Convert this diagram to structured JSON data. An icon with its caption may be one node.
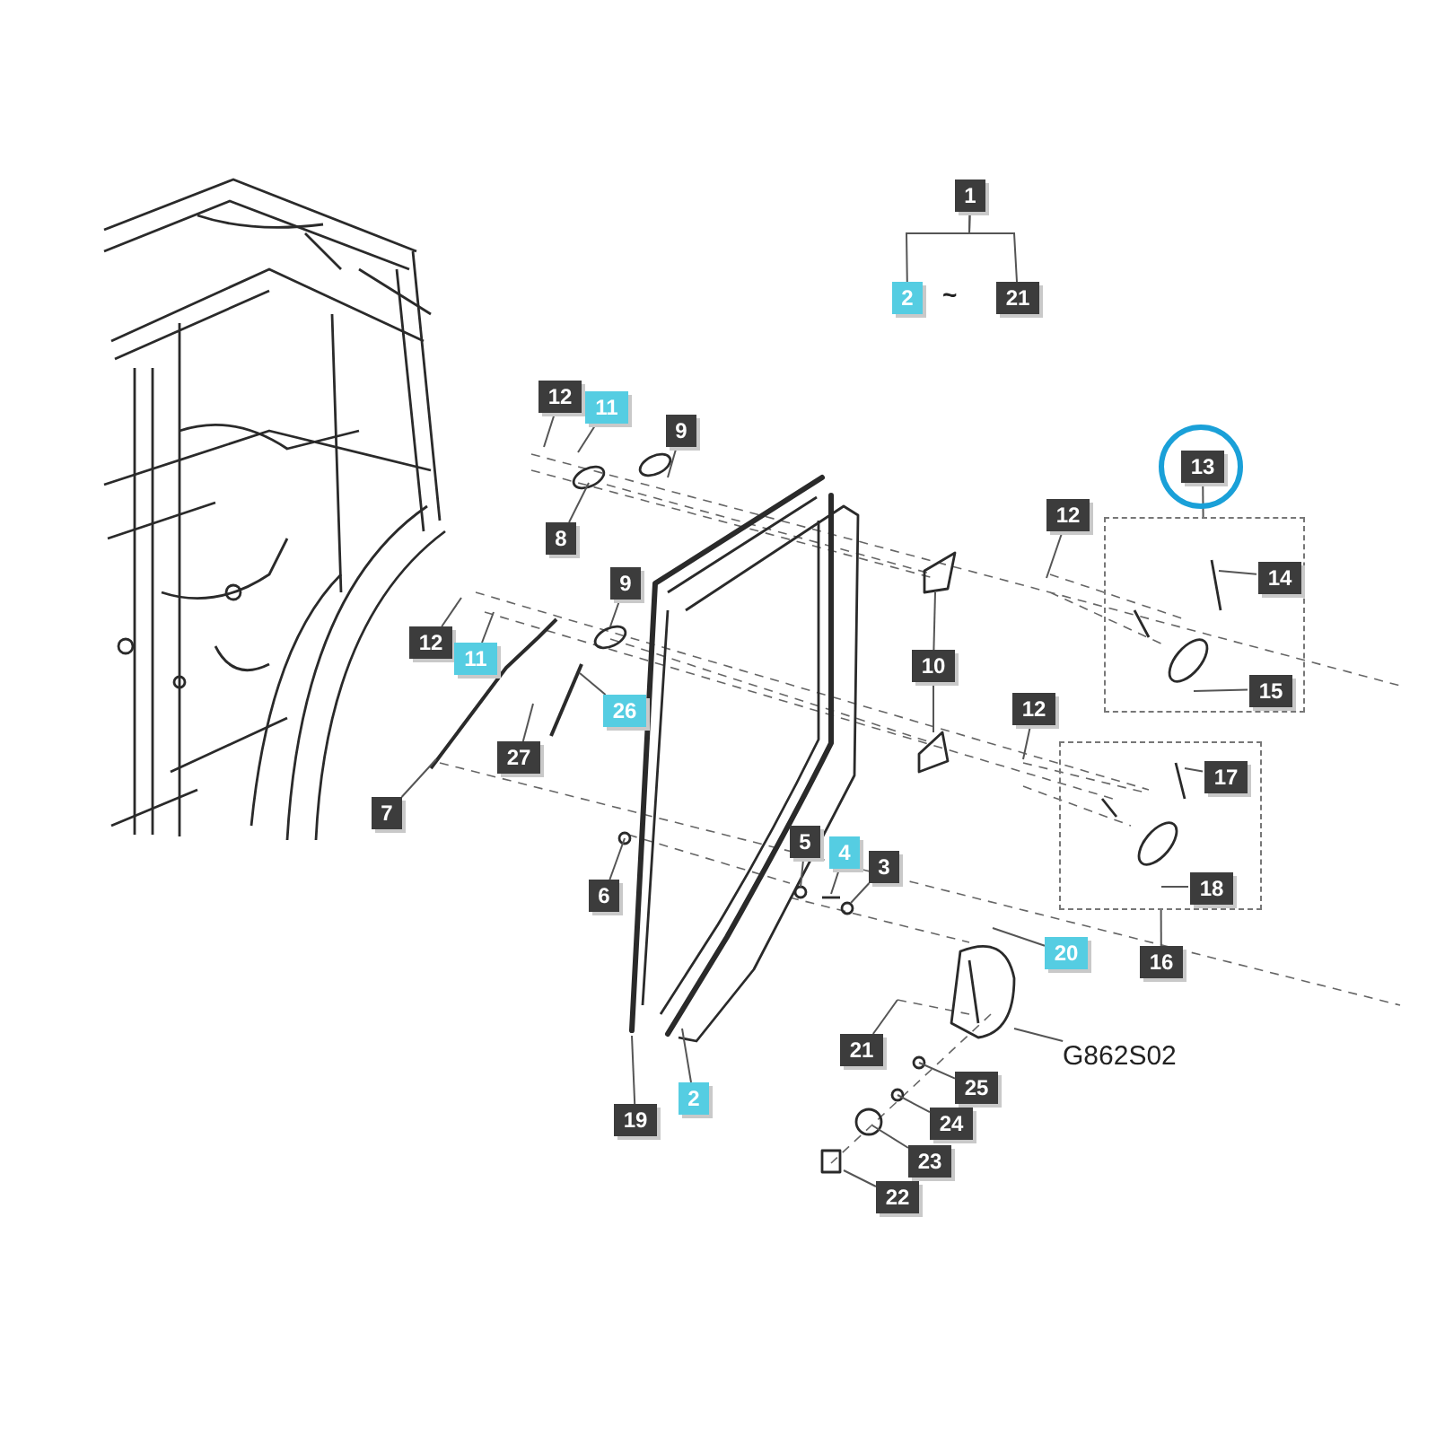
{
  "diagram": {
    "nodes": [
      {
        "text": [
          "1"
        ]
      },
      {
        "text": [
          "2"
        ]
      },
      {
        "text": [
          "21"
        ]
      },
      {
        "text": [
          "12"
        ]
      },
      {
        "text": [
          "11"
        ]
      },
      {
        "text": [
          "9"
        ]
      },
      {
        "text": [
          "13"
        ]
      },
      {
        "text": [],
        "shape": "box"
      },
      {
        "text": [
          "14"
        ],
        "in": 7
      },
      {
        "text": [
          "15"
        ],
        "in": 7
      },
      {
        "text": [
          "8"
        ]
      },
      {
        "text": [
          "12"
        ]
      },
      {
        "text": [
          "9"
        ]
      },
      {
        "text": [
          "12"
        ]
      },
      {
        "text": [
          "11"
        ]
      },
      {
        "text": [
          "10"
        ]
      },
      {
        "text": [
          "26"
        ]
      },
      {
        "text": [
          "12"
        ]
      },
      {
        "text": [],
        "shape": "box"
      },
      {
        "text": [
          "17"
        ],
        "in": 18
      },
      {
        "text": [
          "18"
        ],
        "in": 18
      },
      {
        "text": [
          "27"
        ]
      },
      {
        "text": [
          "7"
        ]
      },
      {
        "text": [
          "5"
        ]
      },
      {
        "text": [
          "4"
        ]
      },
      {
        "text": [
          "3"
        ]
      },
      {
        "text": [
          "6"
        ]
      },
      {
        "text": [
          "20"
        ]
      },
      {
        "text": [
          "16"
        ]
      },
      {
        "text": [
          "21"
        ]
      },
      {
        "text": [
          "G862S02"
        ]
      },
      {
        "text": [
          "19"
        ]
      },
      {
        "text": [
          "2"
        ]
      },
      {
        "text": [
          "25"
        ]
      },
      {
        "text": [
          "24"
        ]
      },
      {
        "text": [
          "23"
        ]
      },
      {
        "text": [
          "22"
        ]
      }
    ],
    "edges": [
      {
        "from": 0,
        "to": 1,
        "arrow": "none"
      },
      {
        "from": 0,
        "to": 2,
        "arrow": "none"
      },
      {
        "from": 3,
        "to": null,
        "arrow": "none"
      },
      {
        "from": 4,
        "to": null,
        "arrow": "none"
      },
      {
        "from": 5,
        "to": null,
        "arrow": "none"
      },
      {
        "from": 10,
        "to": null,
        "arrow": "none"
      },
      {
        "from": 6,
        "to": 7,
        "arrow": "none"
      },
      {
        "from": 8,
        "to": null,
        "arrow": "none"
      },
      {
        "from": 9,
        "to": null,
        "arrow": "none"
      },
      {
        "from": 11,
        "to": null,
        "arrow": "none"
      },
      {
        "from": 12,
        "to": null,
        "arrow": "none"
      },
      {
        "from": 13,
        "to": null,
        "arrow": "none"
      },
      {
        "from": 14,
        "to": null,
        "arrow": "none"
      },
      {
        "from": 15,
        "to": null,
        "arrow": "none"
      },
      {
        "from": 15,
        "to": null,
        "arrow": "none"
      },
      {
        "from": 16,
        "to": null,
        "arrow": "none"
      },
      {
        "from": 17,
        "to": null,
        "arrow": "none"
      },
      {
        "from": 19,
        "to": null,
        "arrow": "none"
      },
      {
        "from": 20,
        "to": null,
        "arrow": "none"
      },
      {
        "from": 21,
        "to": null,
        "arrow": "none"
      },
      {
        "from": 22,
        "to": null,
        "arrow": "none"
      },
      {
        "from": 23,
        "to": null,
        "arrow": "none"
      },
      {
        "from": 24,
        "to": null,
        "arrow": "none"
      },
      {
        "from": 25,
        "to": null,
        "arrow": "none"
      },
      {
        "from": 26,
        "to": null,
        "arrow": "none"
      },
      {
        "from": 27,
        "to": null,
        "arrow": "none"
      },
      {
        "from": 28,
        "to": 18,
        "arrow": "none"
      },
      {
        "from": 29,
        "to": null,
        "arrow": "none"
      },
      {
        "from": 30,
        "to": null,
        "arrow": "none"
      },
      {
        "from": 31,
        "to": null,
        "arrow": "none"
      },
      {
        "from": 32,
        "to": null,
        "arrow": "none"
      },
      {
        "from": 33,
        "to": null,
        "arrow": "none"
      },
      {
        "from": 34,
        "to": null,
        "arrow": "none"
      },
      {
        "from": 35,
        "to": null,
        "arrow": "none"
      },
      {
        "from": 36,
        "to": null,
        "arrow": "none"
      }
    ],
    "labels": [
      "~"
    ]
  }
}
